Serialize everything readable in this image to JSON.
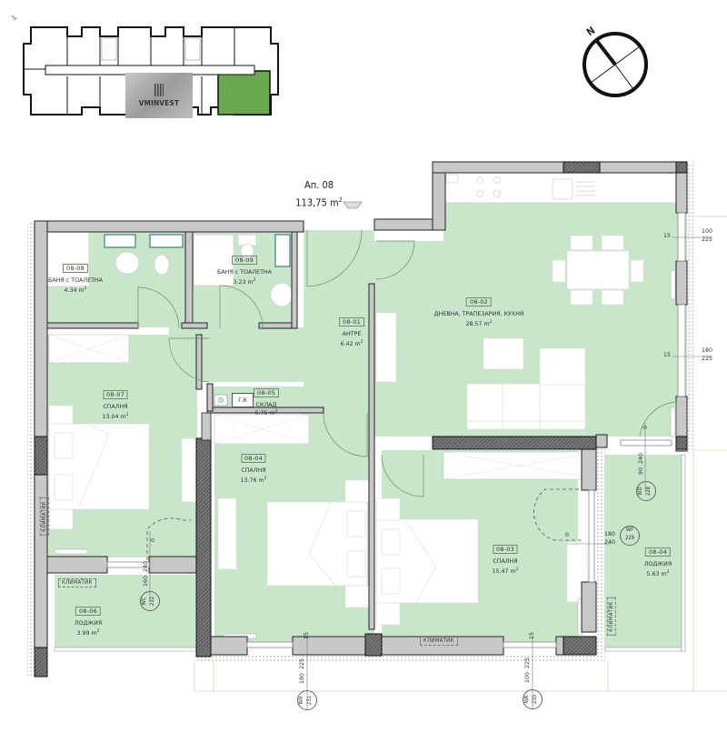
{
  "header": {
    "apartment_label": "Ап. 08",
    "apartment_area": "113,75",
    "area_unit": "m",
    "area_exp": "2"
  },
  "key_plan": {
    "logo_text": "VMINVEST",
    "highlight_color": "#6aa84f"
  },
  "compass": {
    "north_label": "N"
  },
  "colors": {
    "floor": "#c8e6c9",
    "wall": "#c8c8c8",
    "wall_outline": "#222222",
    "hatched_column": "#555555"
  },
  "rooms": [
    {
      "code": "08-01",
      "name": "АНТРЕ",
      "area": "6.42",
      "unit": "m",
      "exp": "2"
    },
    {
      "code": "08-02",
      "name": "ДНЕВНА, ТРАПЕЗАРИЯ, КУХНЯ",
      "area": "28.57",
      "unit": "m",
      "exp": "2"
    },
    {
      "code": "08-03",
      "name": "СПАЛНЯ",
      "area": "15.47",
      "unit": "m",
      "exp": "2"
    },
    {
      "code": "08-04",
      "name": "СПАЛНЯ",
      "area": "13.76",
      "unit": "m",
      "exp": "2"
    },
    {
      "code": "08-05",
      "name": "СКЛАД",
      "area": "0.75",
      "unit": "m",
      "exp": "2"
    },
    {
      "code": "08-06",
      "name": "ЛОДЖИЯ",
      "area": "3.99",
      "unit": "m",
      "exp": "2"
    },
    {
      "code": "08-07",
      "name": "СПАЛНЯ",
      "area": "13.04",
      "unit": "m",
      "exp": "2"
    },
    {
      "code": "08-08",
      "name": "БАНЯ с ТОАЛЕТНА",
      "area": "4.34",
      "unit": "m",
      "exp": "2"
    },
    {
      "code": "08-09",
      "name": "БАНЯ с ТОАЛЕТНА",
      "area": "3.23",
      "unit": "m",
      "exp": "2"
    },
    {
      "code": "08-04",
      "name": "ЛОДЖИЯ",
      "area": "5.63",
      "unit": "m",
      "exp": "2"
    }
  ],
  "fixtures": {
    "gas_meter": "Г.К",
    "ac_label": "КЛИМАТИК"
  },
  "window_tags": [
    {
      "id": "WC",
      "num": "232",
      "h1": "160",
      "h2": "240",
      "sill": "0"
    },
    {
      "id": "WH",
      "num": "231",
      "h1": "180",
      "h2": "225",
      "sill": "15"
    },
    {
      "id": "WA",
      "num": "230",
      "h1": "100",
      "h2": "225",
      "sill": "15"
    },
    {
      "id": "WF",
      "num": "229",
      "h1": "180",
      "h2": "240",
      "sill": "0"
    },
    {
      "id": "WD",
      "num": "228",
      "h1": "90",
      "h2": "240",
      "sill": "0"
    }
  ],
  "east_windows": [
    {
      "sill": "15",
      "h1": "100",
      "h2": "225"
    },
    {
      "sill": "15",
      "h1": "180",
      "h2": "225"
    }
  ]
}
